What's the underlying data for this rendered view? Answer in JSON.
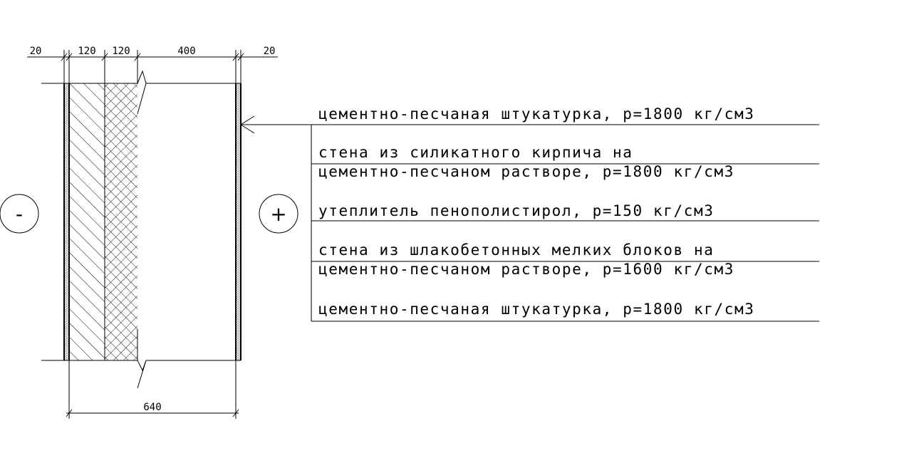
{
  "dimensions": {
    "top": [
      "20",
      "120",
      "120",
      "400",
      "20"
    ],
    "bottom_total": "640"
  },
  "signs": {
    "outside": "-",
    "inside": "+"
  },
  "callouts": [
    "цементно-песчаная штукатурка, р=1800 кг/см3",
    "стена из силикатного кирпича на",
    "цементно-песчаном растворе, р=1800 кг/см3",
    "утеплитель пенополистирол, р=150 кг/см3",
    "стена из шлакобетонных мелких блоков на",
    "цементно-песчаном растворе, р=1600 кг/см3",
    "цементно-песчаная штукатурка, р=1800 кг/см3"
  ]
}
